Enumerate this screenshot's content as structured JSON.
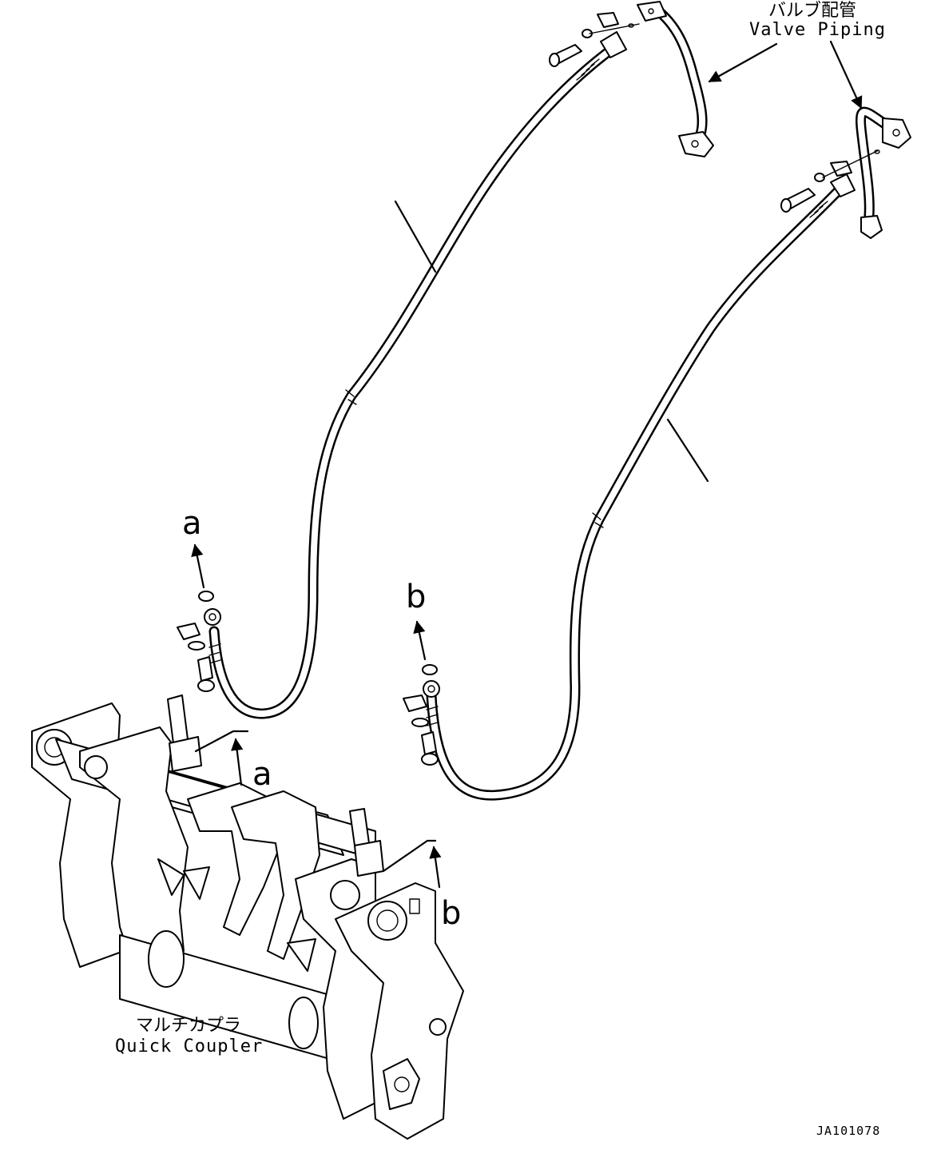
{
  "labels": {
    "valve_piping_jp": "バルブ配管",
    "valve_piping_en": "Valve Piping",
    "quick_coupler_jp": "マルチカプラ",
    "quick_coupler_en": "Quick Coupler",
    "ref_a": "a",
    "ref_b": "b",
    "drawing_code": "JA101078"
  }
}
